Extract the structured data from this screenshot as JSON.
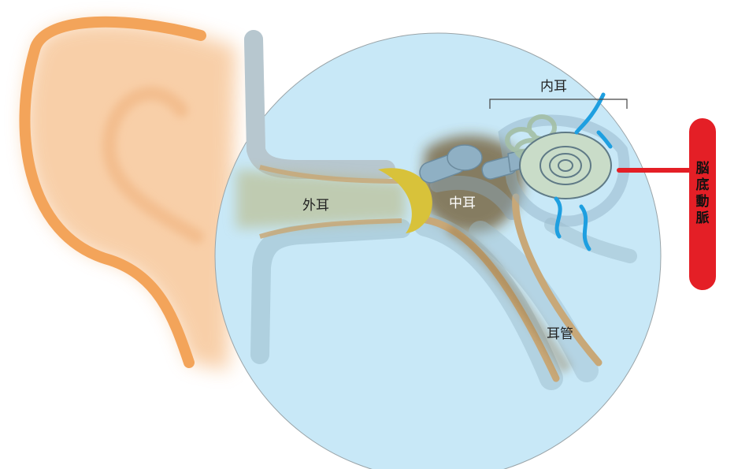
{
  "labels": {
    "outer_ear": "外耳",
    "middle_ear": "中耳",
    "inner_ear": "内耳",
    "eustachian_tube": "耳管",
    "basilar_artery": [
      "脳",
      "底",
      "動",
      "脈"
    ]
  },
  "colors": {
    "ear_outline": "#f3a45a",
    "ear_fill": "#f7c89a",
    "magnifier_circle": "#c8e8f7",
    "canal_tan": "#c8a878",
    "eardrum": "#d8c23a",
    "ossicles": "#8fb0c4",
    "cochlea": "#c9dcc8",
    "nerve_blue": "#1e9fe0",
    "artery_red": "#e41f26"
  },
  "icons": [
    "ear-icon",
    "magnifier-circle"
  ]
}
